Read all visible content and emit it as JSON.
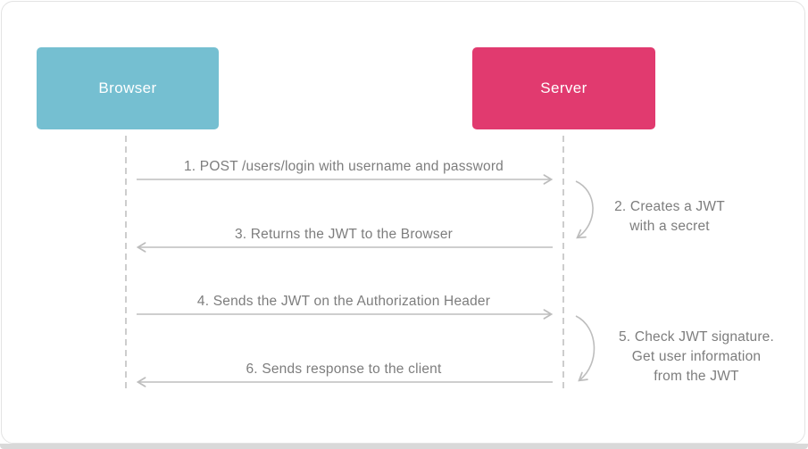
{
  "diagram": {
    "kind": "sequence-diagram",
    "actors": [
      {
        "label": "Browser",
        "color": "#75BFD1",
        "text_color": "#FFFFFF"
      },
      {
        "label": "Server",
        "color": "#E13A6F",
        "text_color": "#FFFFFF"
      }
    ],
    "messages": [
      {
        "step": "1",
        "label": "1. POST /users/login with username and password",
        "from": "Browser",
        "to": "Server",
        "direction": "right"
      },
      {
        "step": "2",
        "type": "self-action",
        "actor": "Server",
        "lines": [
          "2. Creates a JWT",
          "with a secret"
        ]
      },
      {
        "step": "3",
        "label": "3. Returns the JWT to the Browser",
        "from": "Server",
        "to": "Browser",
        "direction": "left"
      },
      {
        "step": "4",
        "label": "4. Sends the JWT on the Authorization Header",
        "from": "Browser",
        "to": "Server",
        "direction": "right"
      },
      {
        "step": "5",
        "type": "self-action",
        "actor": "Server",
        "lines": [
          "5. Check JWT signature.",
          "Get user information",
          "from the JWT"
        ]
      },
      {
        "step": "6",
        "label": "6. Sends response to the client",
        "from": "Server",
        "to": "Browser",
        "direction": "left"
      }
    ],
    "colors": {
      "browser_box": "#75BFD1",
      "server_box": "#E13A6F",
      "arrow": "#BDBDBD",
      "lifeline": "#CDCDCD",
      "label_text": "#7D7D7D",
      "card_border": "#E3E3E3",
      "card_background": "#FFFFFF",
      "bottom_strip": "#D9D9D9"
    }
  }
}
